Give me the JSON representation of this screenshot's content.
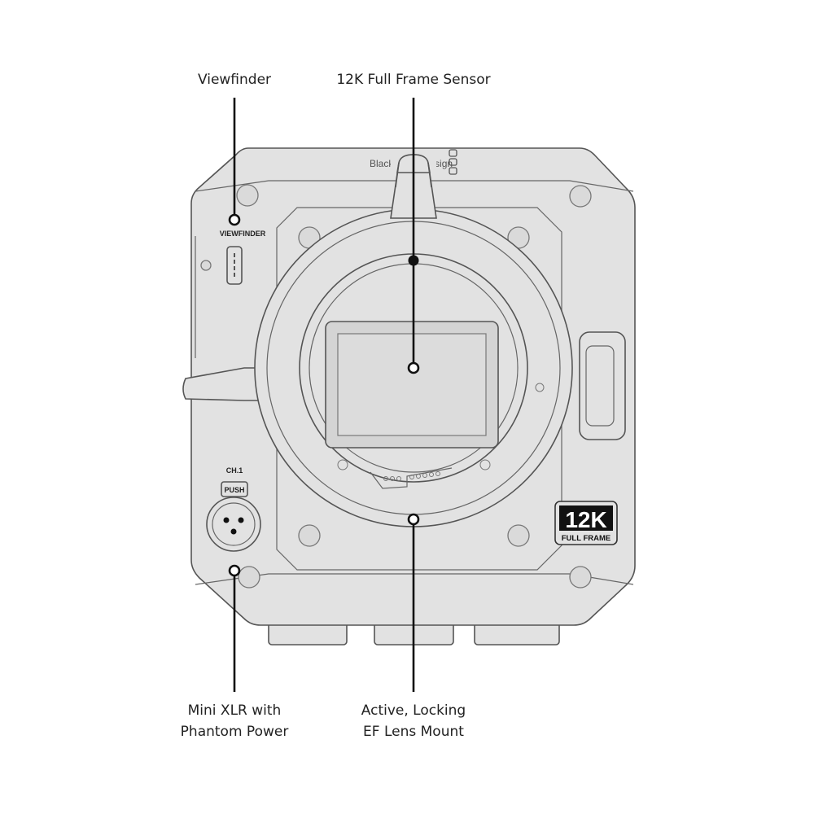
{
  "callouts": {
    "viewfinder": {
      "lines": [
        "Viewfinder"
      ]
    },
    "sensor": {
      "lines": [
        "12K Full Frame Sensor"
      ]
    },
    "xlr": {
      "lines": [
        "Mini XLR with",
        "Phantom Power"
      ]
    },
    "lens_mount": {
      "lines": [
        "Active, Locking",
        "EF Lens Mount"
      ]
    }
  },
  "camera_markings": {
    "brand_logo": "Blackmagic Design",
    "viewfinder_port": "VIEWFINDER",
    "channel": "CH.1",
    "push": "PUSH",
    "badge_resolution": "12K",
    "badge_format": "FULL FRAME"
  },
  "colors": {
    "body": "#e2e2e2",
    "outline": "#555555",
    "leader": "#111111"
  }
}
